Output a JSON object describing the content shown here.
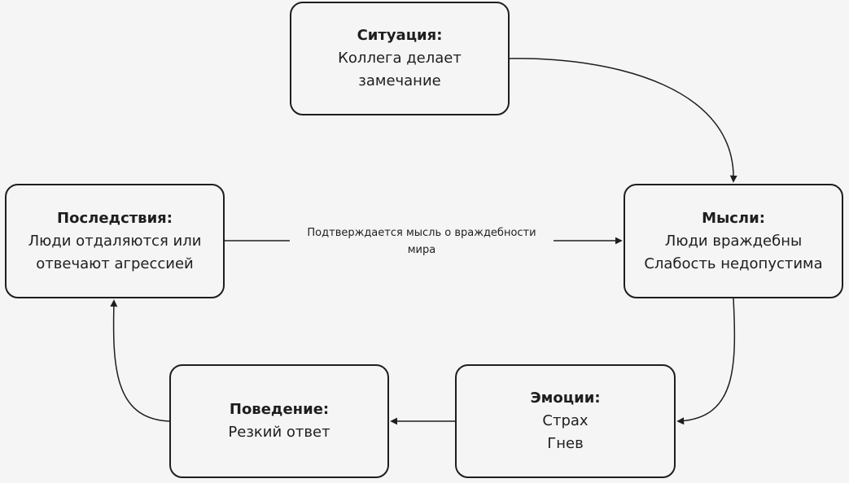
{
  "diagram": {
    "nodes": {
      "situation": {
        "title": "Ситуация:",
        "lines": [
          "Коллега делает",
          "замечание"
        ]
      },
      "thoughts": {
        "title": "Мысли:",
        "lines": [
          "Люди враждебны",
          "Слабость недопустима"
        ]
      },
      "emotions": {
        "title": "Эмоции:",
        "lines": [
          "Страх",
          "Гнев"
        ]
      },
      "behavior": {
        "title": "Поведение:",
        "lines": [
          "Резкий ответ"
        ]
      },
      "consequences": {
        "title": "Последствия:",
        "lines": [
          "Люди отдаляются или",
          "отвечают агрессией"
        ]
      }
    },
    "edges": [
      {
        "from": "situation",
        "to": "thoughts",
        "label": ""
      },
      {
        "from": "thoughts",
        "to": "emotions",
        "label": ""
      },
      {
        "from": "emotions",
        "to": "behavior",
        "label": ""
      },
      {
        "from": "behavior",
        "to": "consequences",
        "label": ""
      },
      {
        "from": "consequences",
        "to": "thoughts",
        "label_lines": [
          "Подтверждается мысль о враждебности",
          "мира"
        ]
      }
    ],
    "colors": {
      "stroke": "#1e1e1e",
      "background": "#f5f5f5",
      "text": "#1e1e1e"
    }
  }
}
